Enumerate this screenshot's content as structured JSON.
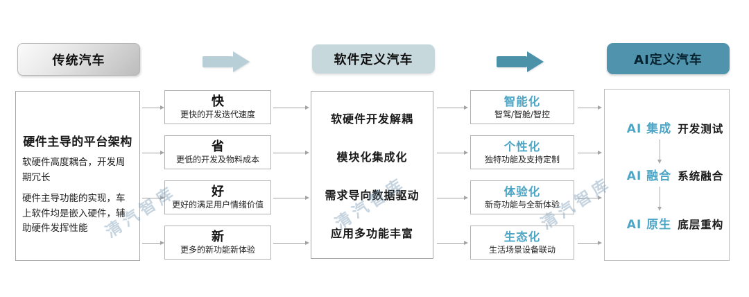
{
  "headers": {
    "traditional": "传统汽车",
    "software": "软件定义汽车",
    "ai": "AI定义汽车"
  },
  "left_box": {
    "title": "硬件主导的平台架构",
    "para1": "软硬件高度耦合，开发周期冗长",
    "para2": "硬件主导功能的实现，车上软件均是嵌入硬件，辅助硬件发挥性能"
  },
  "benefits": [
    {
      "title": "快",
      "desc": "更快的开发迭代速度"
    },
    {
      "title": "省",
      "desc": "更低的开发及物料成本"
    },
    {
      "title": "好",
      "desc": "更好的满足用户情绪价值"
    },
    {
      "title": "新",
      "desc": "更多的新功能新体验"
    }
  ],
  "middle_box": {
    "features": [
      "软硬件开发解耦",
      "模块化集成化",
      "需求导向数据驱动",
      "应用多功能丰富"
    ]
  },
  "characteristics": [
    {
      "title": "智能化",
      "desc": "智驾/智舱/智控"
    },
    {
      "title": "个性化",
      "desc": "独特功能及支持定制"
    },
    {
      "title": "体验化",
      "desc": "新奇功能与全新体验"
    },
    {
      "title": "生态化",
      "desc": "生活场景设备联动"
    }
  ],
  "ai_box": {
    "rows": [
      {
        "title": "AI 集成",
        "desc": "开发测试"
      },
      {
        "title": "AI 融合",
        "desc": "系统融合"
      },
      {
        "title": "AI 原生",
        "desc": "底层重构"
      }
    ]
  },
  "watermark": {
    "text": "清汽智库"
  },
  "colors": {
    "teal_accent": "#4ea6c6",
    "ai_header_bg": "#4f93ad",
    "software_header_bg": "#c7d8dc",
    "big_arrow_light": "#b9cfd7",
    "big_arrow_dark": "#4b92a9",
    "connector_gray": "#a3a3a3",
    "watermark": "#7699b4"
  }
}
